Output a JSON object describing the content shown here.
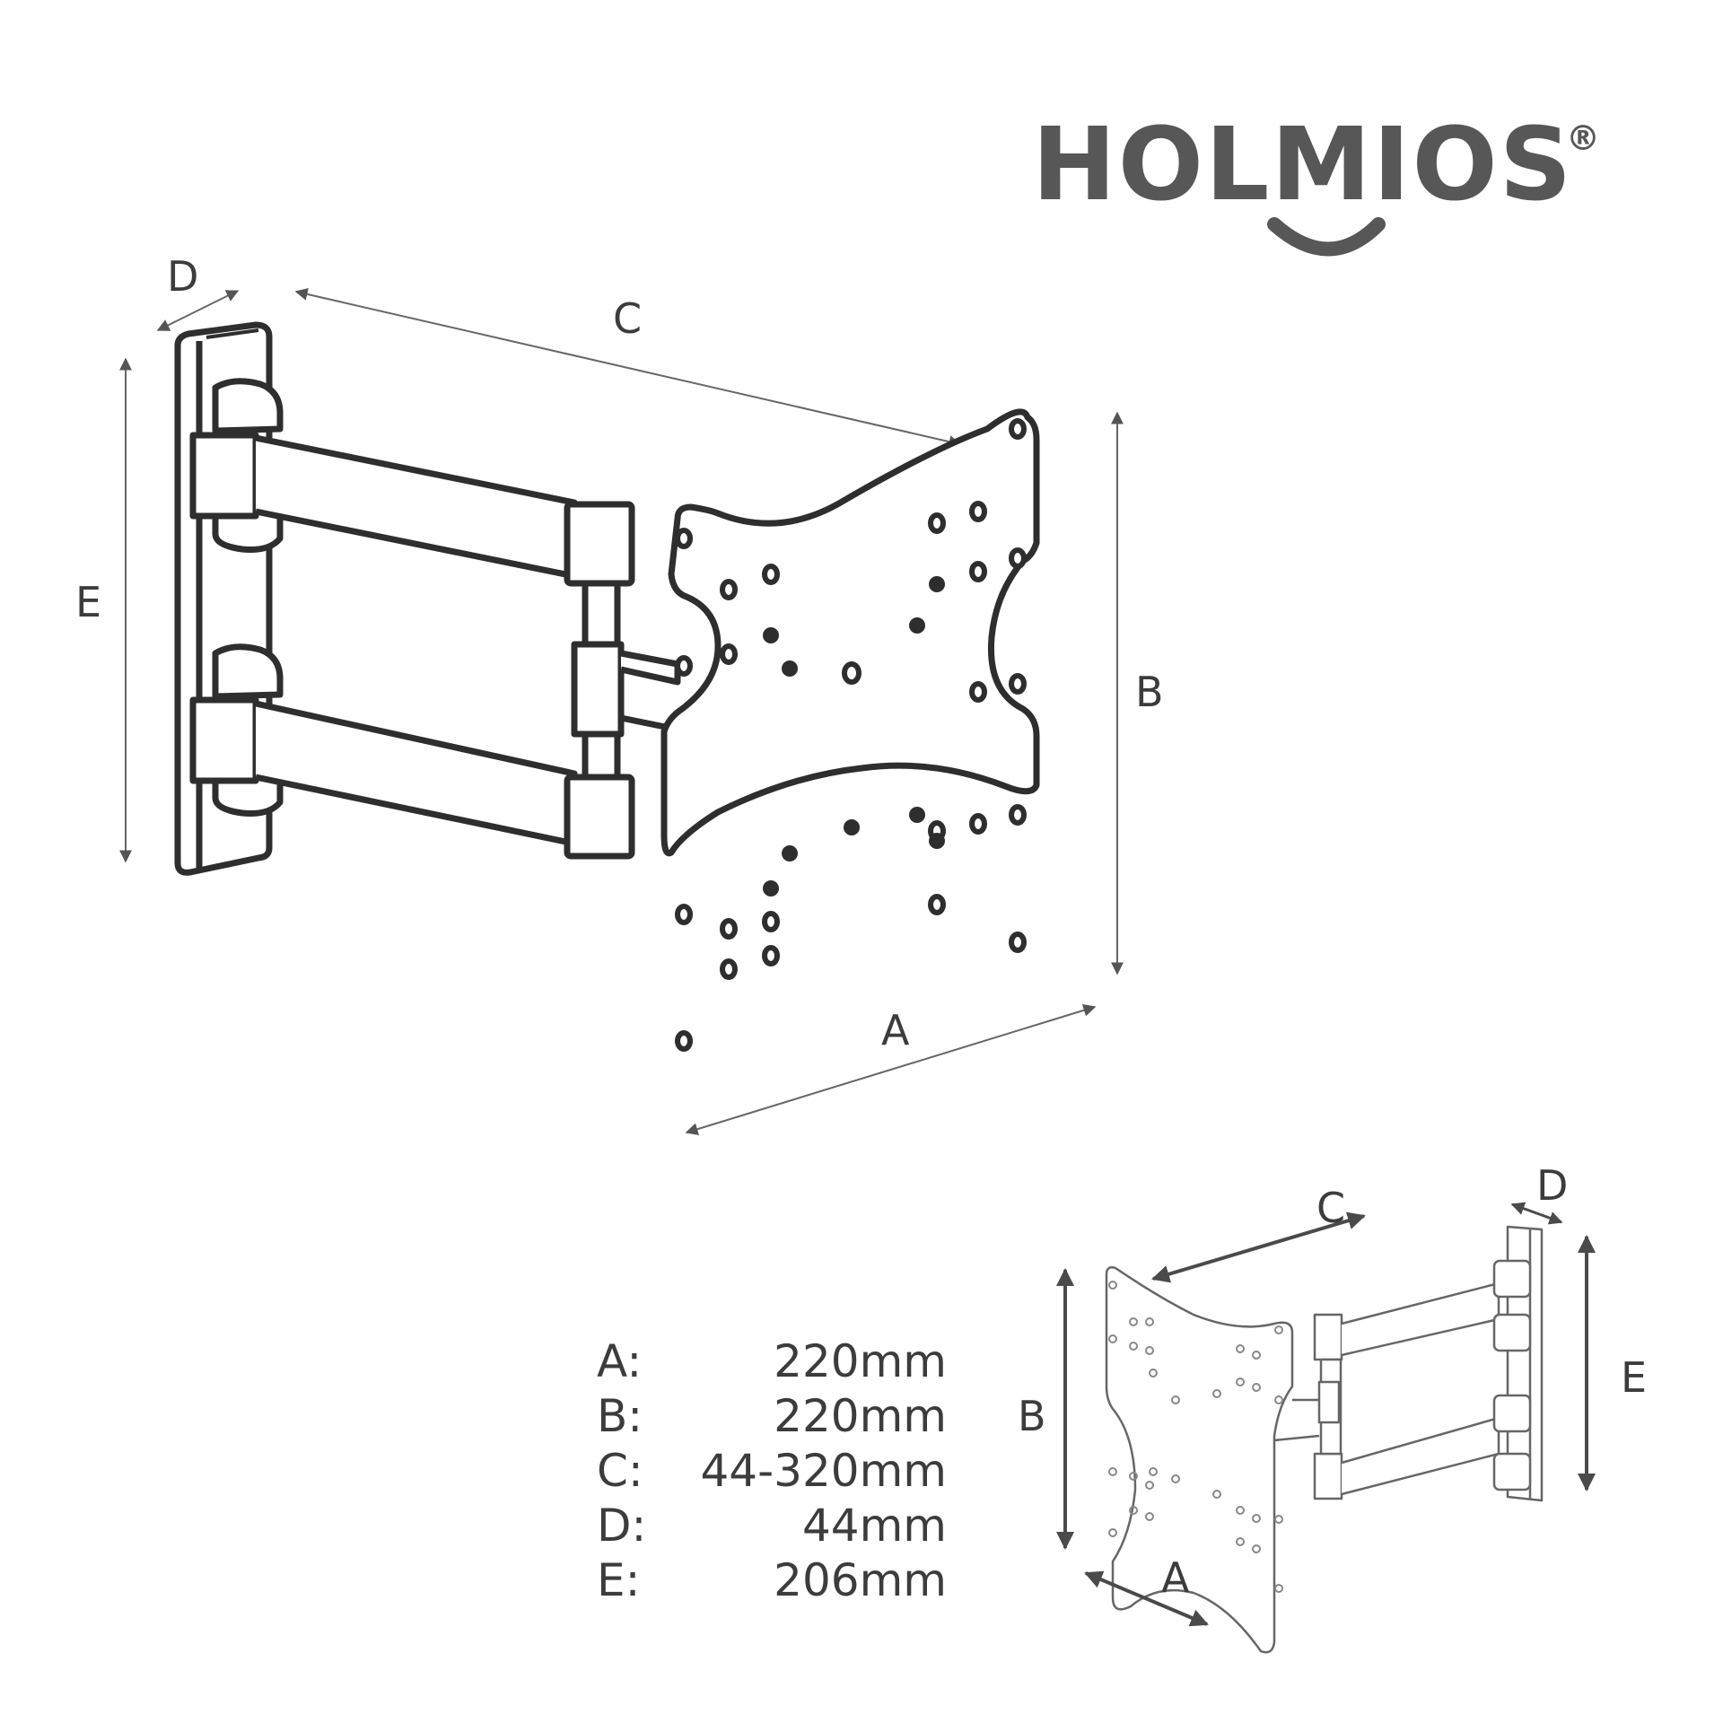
{
  "brand": {
    "name": "HOLMIOS",
    "registered_mark": "®",
    "color": "#575757"
  },
  "main_diagram": {
    "labels": {
      "A": "A",
      "B": "B",
      "C": "C",
      "D": "D",
      "E": "E"
    }
  },
  "small_diagram": {
    "labels": {
      "A": "A",
      "B": "B",
      "C": "C",
      "D": "D",
      "E": "E"
    }
  },
  "specs": [
    {
      "key": "A:",
      "value": "220mm"
    },
    {
      "key": "B:",
      "value": "220mm"
    },
    {
      "key": "C:",
      "value": "44-320mm"
    },
    {
      "key": "D:",
      "value": "44mm"
    },
    {
      "key": "E:",
      "value": "206mm"
    }
  ],
  "colors": {
    "line": "#2e2e2e",
    "text": "#3c3c3c",
    "arrow_small": "#4a4a4a",
    "background": "#ffffff"
  }
}
